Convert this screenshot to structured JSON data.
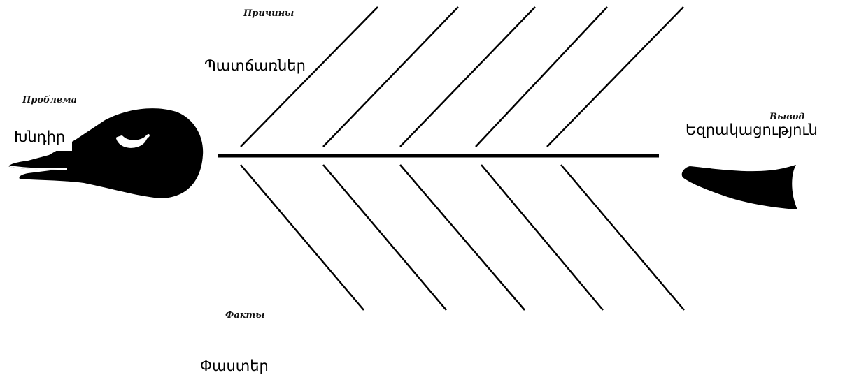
{
  "head": {
    "russian_label": "Проблема",
    "armenian_label": "Խնդիր"
  },
  "top": {
    "russian_label": "Причины",
    "armenian_label": "Պատճառներ"
  },
  "bottom": {
    "russian_label": "Факты",
    "armenian_label": "Փաստեր"
  },
  "tail": {
    "russian_label": "Вывод",
    "armenian_label": "Եզրակացություն"
  },
  "colors": {
    "ink": "#000000",
    "background": "#ffffff"
  }
}
